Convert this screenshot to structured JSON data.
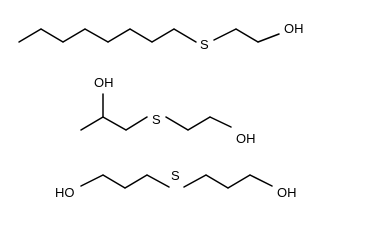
{
  "molecules": [
    {
      "atoms": {
        "sulfur": "S",
        "hydroxyl": "OH"
      }
    },
    {
      "atoms": {
        "hydroxyl_top": "OH",
        "sulfur": "S",
        "hydroxyl_right": "OH"
      }
    },
    {
      "atoms": {
        "hydroxyl_left": "HO",
        "sulfur": "S",
        "hydroxyl_right": "OH"
      }
    }
  ]
}
